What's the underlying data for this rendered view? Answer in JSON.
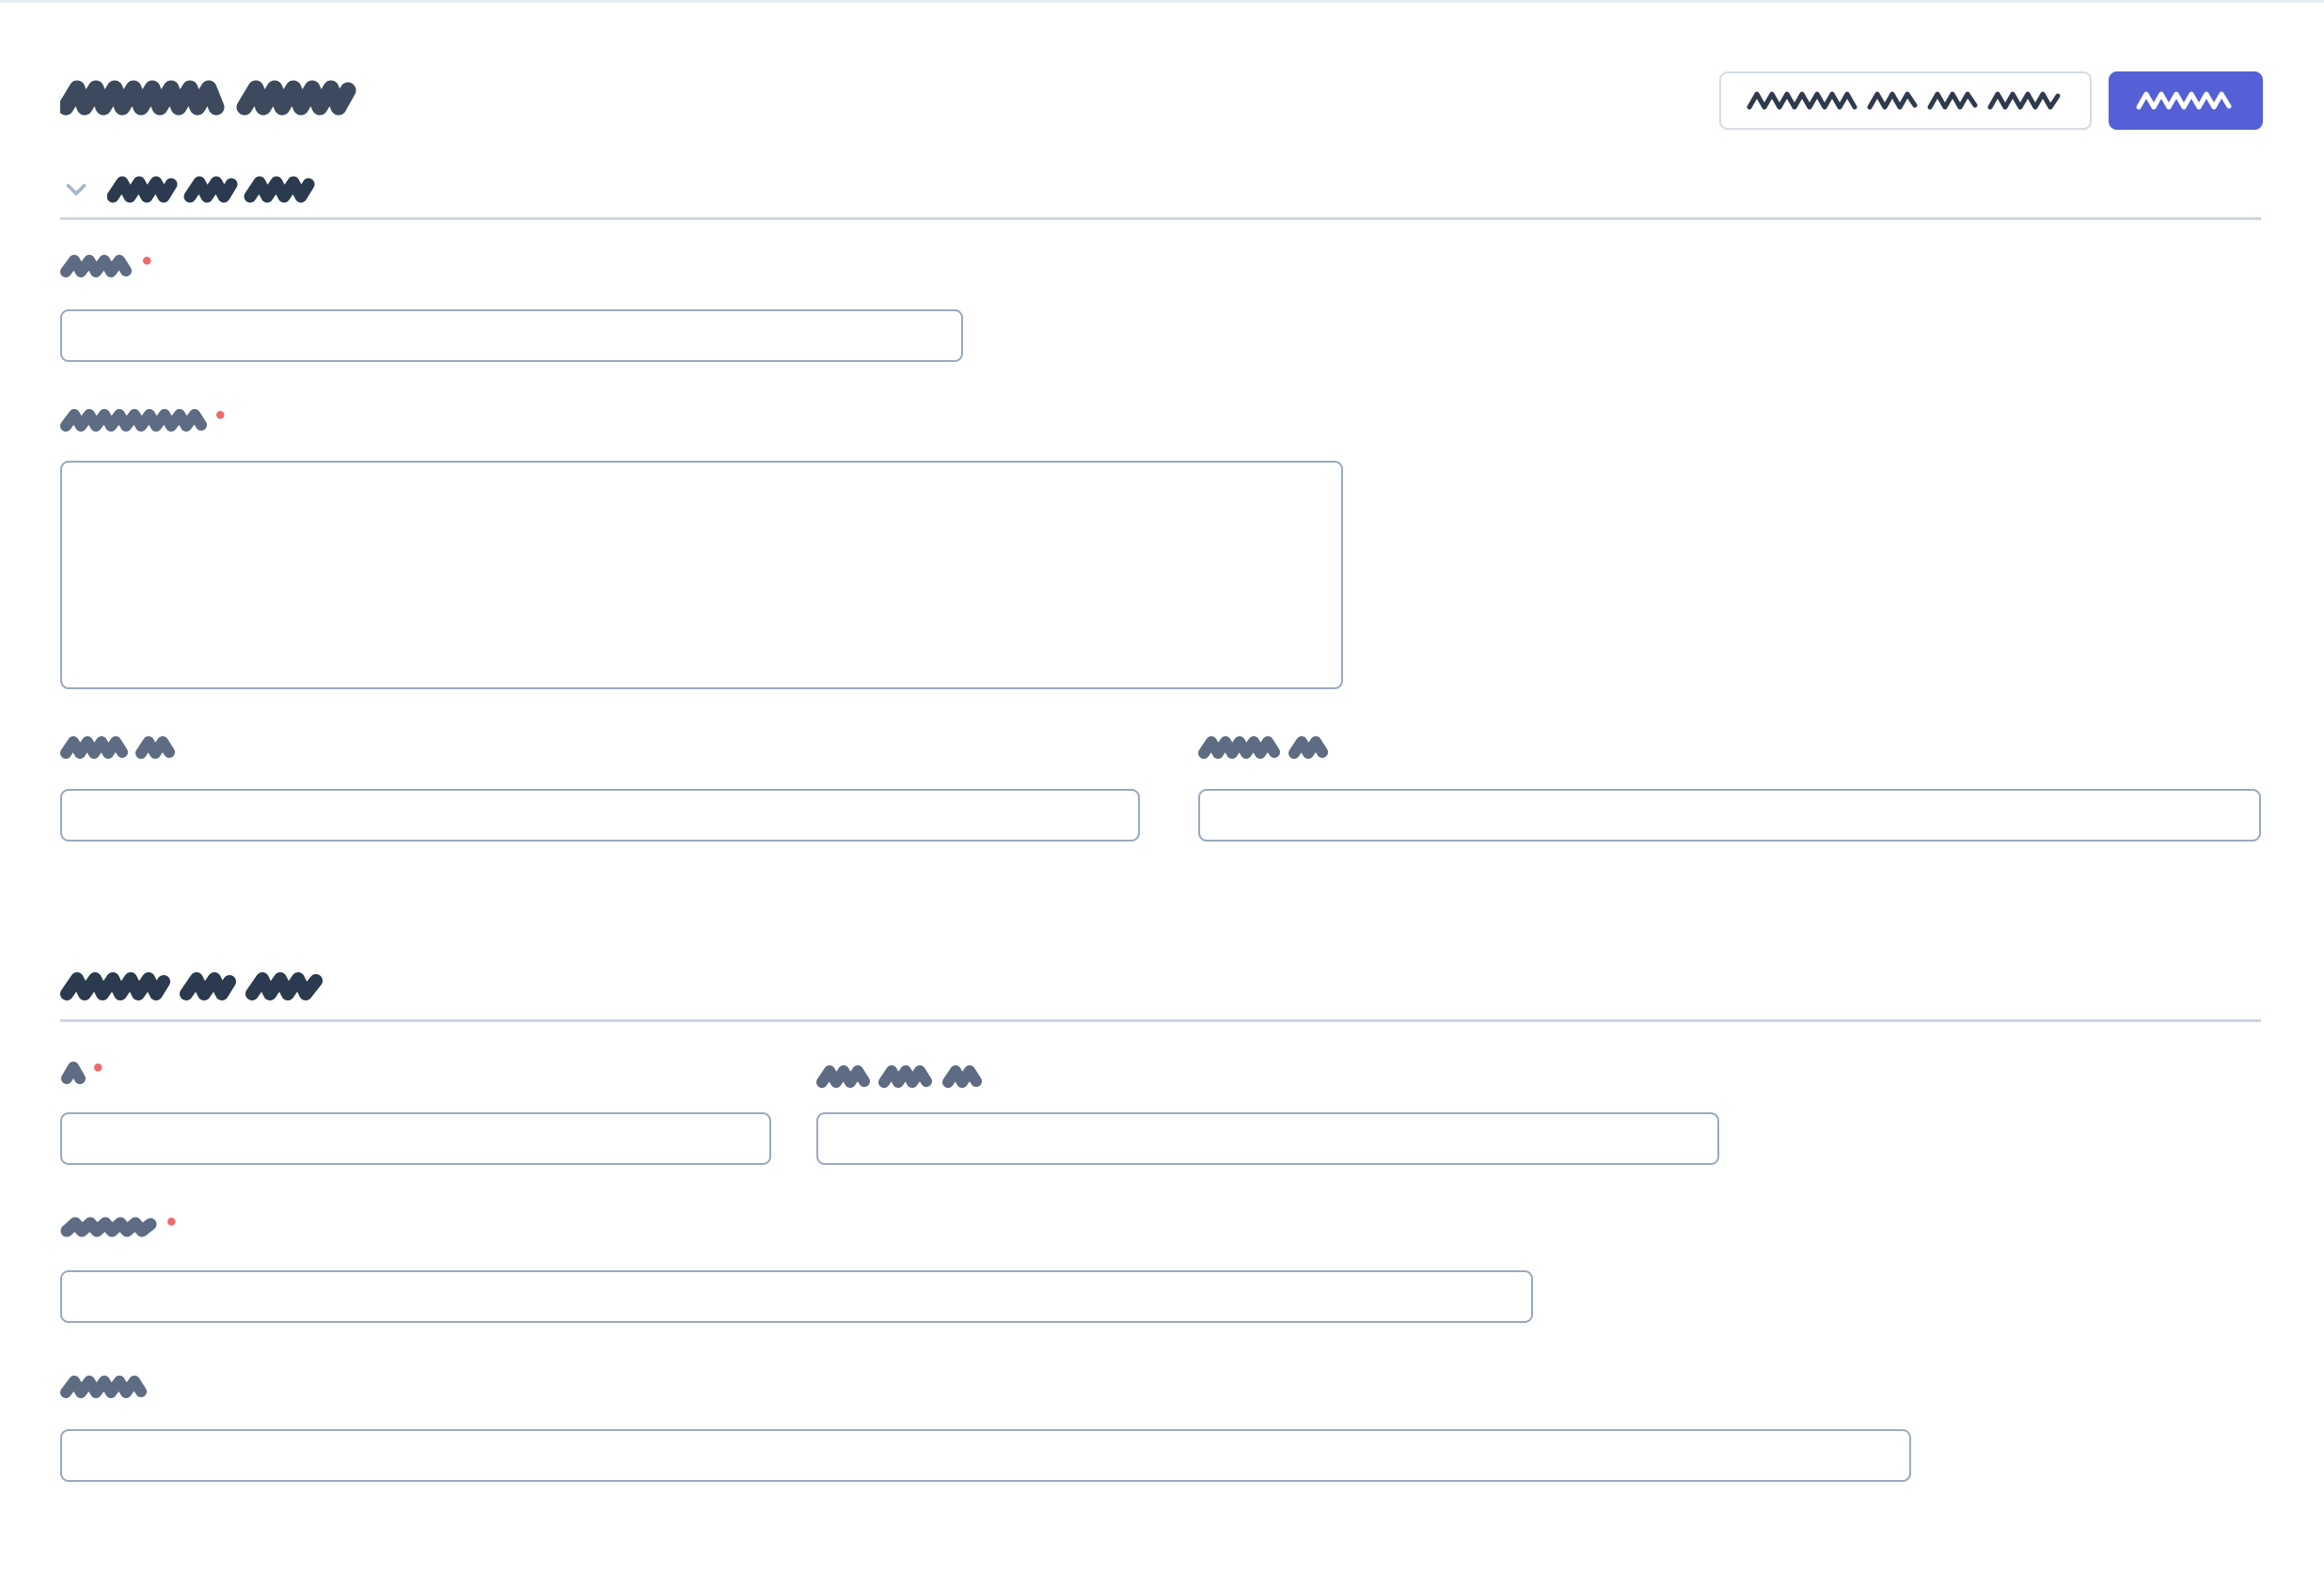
{
  "page": {
    "title_redacted": "░░░░░░░░ ░░░░",
    "title_words": 2,
    "background_color": "#ffffff",
    "top_border_color": "#e7ecf3"
  },
  "header": {
    "actions": {
      "secondary_button": {
        "label_redacted": "░░░░░░ ░░░ ░░░ ░░░░░",
        "word_count": 4,
        "style": "outline",
        "background": "#ffffff",
        "border_color": "#d6dce8",
        "text_color": "#2c3a4f"
      },
      "primary_button": {
        "label_redacted": "░░░░░░",
        "word_count": 1,
        "style": "filled",
        "background": "#5560d6",
        "text_color": "#ffffff"
      }
    }
  },
  "sections": [
    {
      "name": "section-one",
      "title_redacted": "░░░░ ░░░ ░░░░░",
      "word_count": 3,
      "collapsible": true,
      "expanded": true,
      "chevron_icon": "chevron-down-icon",
      "fields": [
        {
          "name": "field-name",
          "label_redacted": "░░░░",
          "required": true,
          "type": "text",
          "value": "",
          "placeholder": ""
        },
        {
          "name": "field-description",
          "label_redacted": "░░░░░░░░░░",
          "required": true,
          "type": "textarea",
          "value": "",
          "placeholder": ""
        },
        {
          "name": "field-start-date",
          "label_redacted": "░░░░ ░░░",
          "required": false,
          "type": "text",
          "value": "",
          "placeholder": ""
        },
        {
          "name": "field-end-date",
          "label_redacted": "░░░░ ░░░",
          "required": false,
          "type": "text",
          "value": "",
          "placeholder": ""
        }
      ]
    },
    {
      "name": "section-two",
      "title_redacted": "░░░░░░ ░░░ ░░░░░",
      "word_count": 3,
      "collapsible": false,
      "expanded": true,
      "fields": [
        {
          "name": "field-id",
          "label_redacted": "░░",
          "required": true,
          "type": "text",
          "value": "",
          "placeholder": ""
        },
        {
          "name": "field-secondary-id",
          "label_redacted": "░░░░ ░░░░ ░░",
          "required": false,
          "type": "text",
          "value": "",
          "placeholder": ""
        },
        {
          "name": "field-address",
          "label_redacted": "░░░░░░░",
          "required": true,
          "type": "text",
          "value": "",
          "placeholder": ""
        },
        {
          "name": "field-notes",
          "label_redacted": "░░░░░",
          "required": false,
          "type": "text",
          "value": "",
          "placeholder": ""
        }
      ]
    }
  ],
  "colors": {
    "accent": "#5560d6",
    "required_marker": "#ef6b6b",
    "label_text": "#64748b",
    "heading_text": "#2c3a4f",
    "input_border": "#9aa9bf",
    "divider": "#ccd6e3",
    "chevron": "#a8b6c9"
  }
}
